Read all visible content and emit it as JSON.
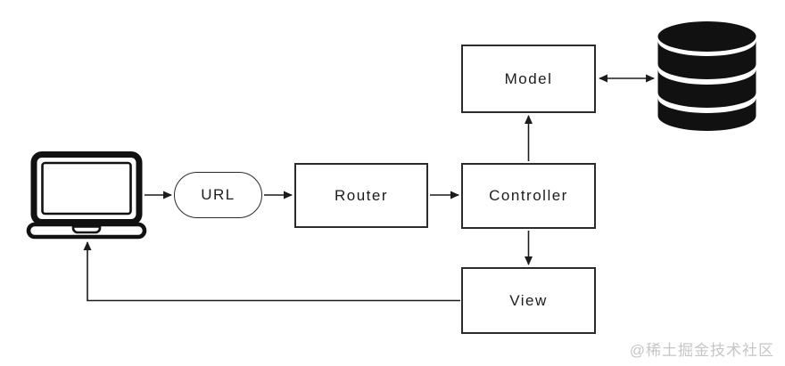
{
  "diagram": {
    "type": "flow-diagram",
    "description": "MVC request flow diagram",
    "nodes": {
      "client": {
        "label": "",
        "icon": "laptop-icon"
      },
      "url": {
        "label": "URL",
        "shape": "stadium"
      },
      "router": {
        "label": "Router",
        "shape": "rect"
      },
      "controller": {
        "label": "Controller",
        "shape": "rect"
      },
      "model": {
        "label": "Model",
        "shape": "rect"
      },
      "view": {
        "label": "View",
        "shape": "rect"
      },
      "database": {
        "label": "",
        "icon": "database-icon"
      }
    },
    "edges": [
      {
        "from": "client",
        "to": "url",
        "arrow": "forward"
      },
      {
        "from": "url",
        "to": "router",
        "arrow": "forward"
      },
      {
        "from": "router",
        "to": "controller",
        "arrow": "forward"
      },
      {
        "from": "controller",
        "to": "model",
        "arrow": "forward"
      },
      {
        "from": "model",
        "to": "database",
        "arrow": "bidirectional"
      },
      {
        "from": "controller",
        "to": "view",
        "arrow": "forward"
      },
      {
        "from": "view",
        "to": "client",
        "arrow": "forward"
      }
    ],
    "colors": {
      "background": "#ffffff",
      "stroke": "#1c1c1c",
      "icon_fill": "#111111",
      "watermark": "#c6c6c6"
    }
  },
  "watermark": {
    "text": "@稀土掘金技术社区"
  }
}
